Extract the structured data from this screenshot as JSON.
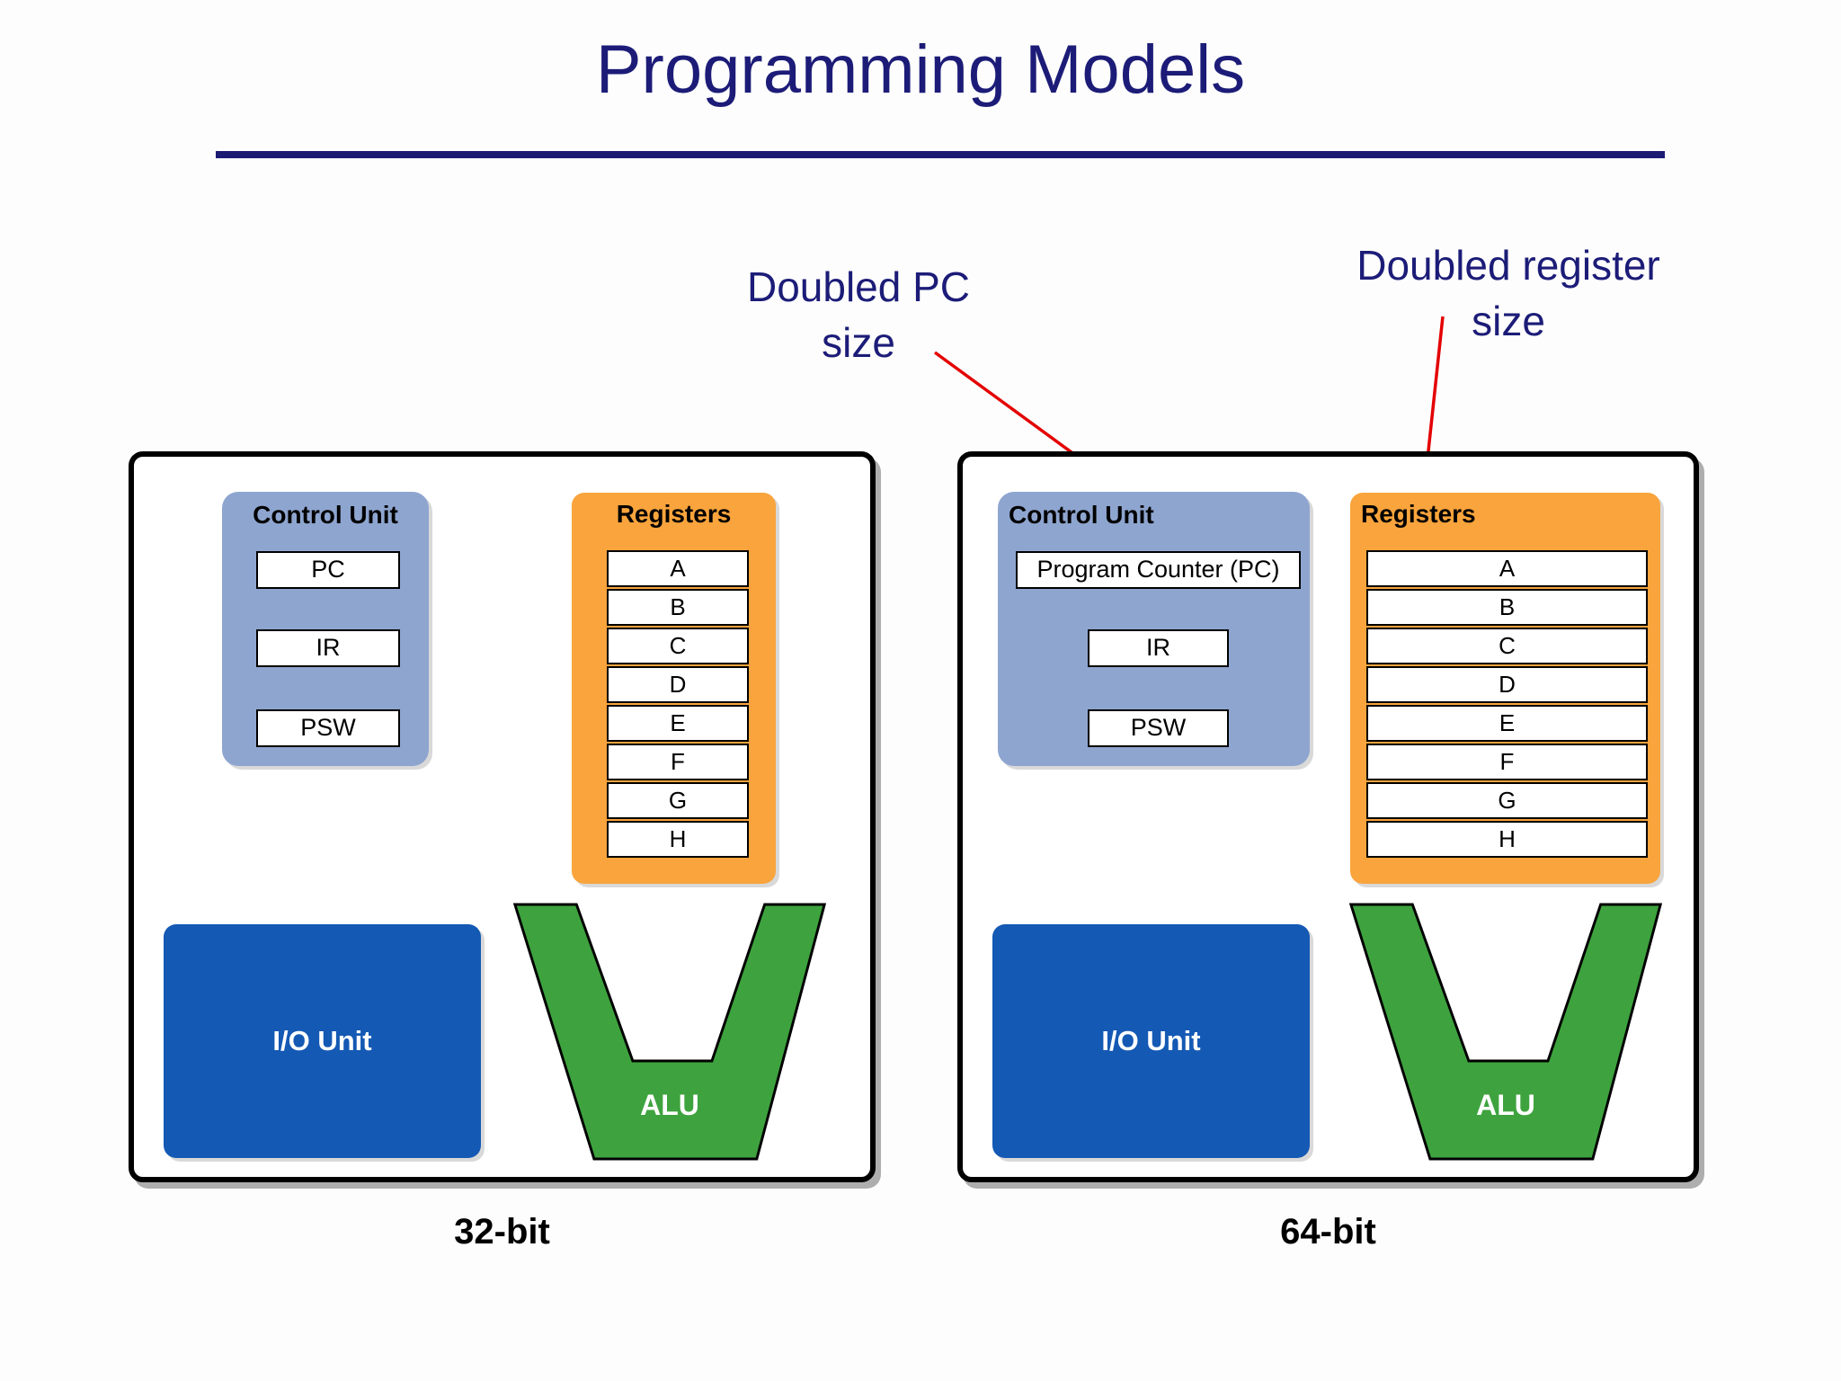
{
  "title": "Programming Models",
  "annotations": {
    "doubled_pc": {
      "line1": "Doubled PC",
      "line2": "size"
    },
    "doubled_register": {
      "line1": "Doubled register",
      "line2": "size"
    }
  },
  "diagrams": [
    {
      "caption": "32-bit",
      "control_unit": {
        "title": "Control Unit",
        "boxes": [
          "PC",
          "IR",
          "PSW"
        ]
      },
      "registers": {
        "title": "Registers",
        "cells": [
          "A",
          "B",
          "C",
          "D",
          "E",
          "F",
          "G",
          "H"
        ]
      },
      "io_unit": {
        "label": "I/O Unit"
      },
      "alu": {
        "label": "ALU"
      }
    },
    {
      "caption": "64-bit",
      "control_unit": {
        "title": "Control Unit",
        "boxes": [
          "Program Counter (PC)",
          "IR",
          "PSW"
        ]
      },
      "registers": {
        "title": "Registers",
        "cells": [
          "A",
          "B",
          "C",
          "D",
          "E",
          "F",
          "G",
          "H"
        ]
      },
      "io_unit": {
        "label": "I/O Unit"
      },
      "alu": {
        "label": "ALU"
      }
    }
  ],
  "colors": {
    "title_text": "#1c1c78",
    "rule": "#1b1b74",
    "annotation_text": "#1c1c78",
    "arrow": "#e40000",
    "control_unit_fill": "#8ea5cf",
    "registers_fill": "#f9a43c",
    "io_unit_fill": "#1459b4",
    "alu_fill": "#3ea33e",
    "box_border": "#000000"
  }
}
